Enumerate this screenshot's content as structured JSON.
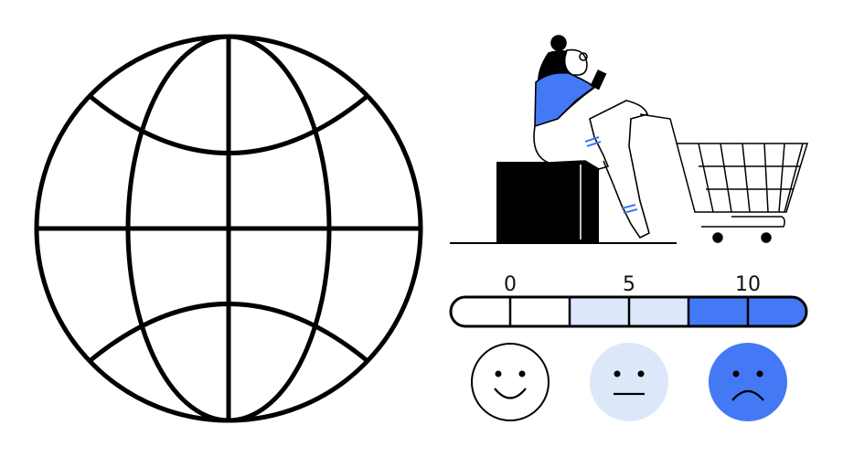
{
  "scale": {
    "labels": [
      "0",
      "5",
      "10"
    ],
    "segments": 6,
    "colors": {
      "low": "#ffffff",
      "mid": "#dce7fa",
      "high": "#4479f6"
    }
  },
  "faces": [
    {
      "mood": "happy",
      "fill": "#ffffff"
    },
    {
      "mood": "neutral",
      "fill": "#dce7fa"
    },
    {
      "mood": "sad",
      "fill": "#4479f6"
    }
  ],
  "colors": {
    "accent": "#4479f6",
    "ink": "#000000",
    "light_accent": "#dce7fa"
  }
}
